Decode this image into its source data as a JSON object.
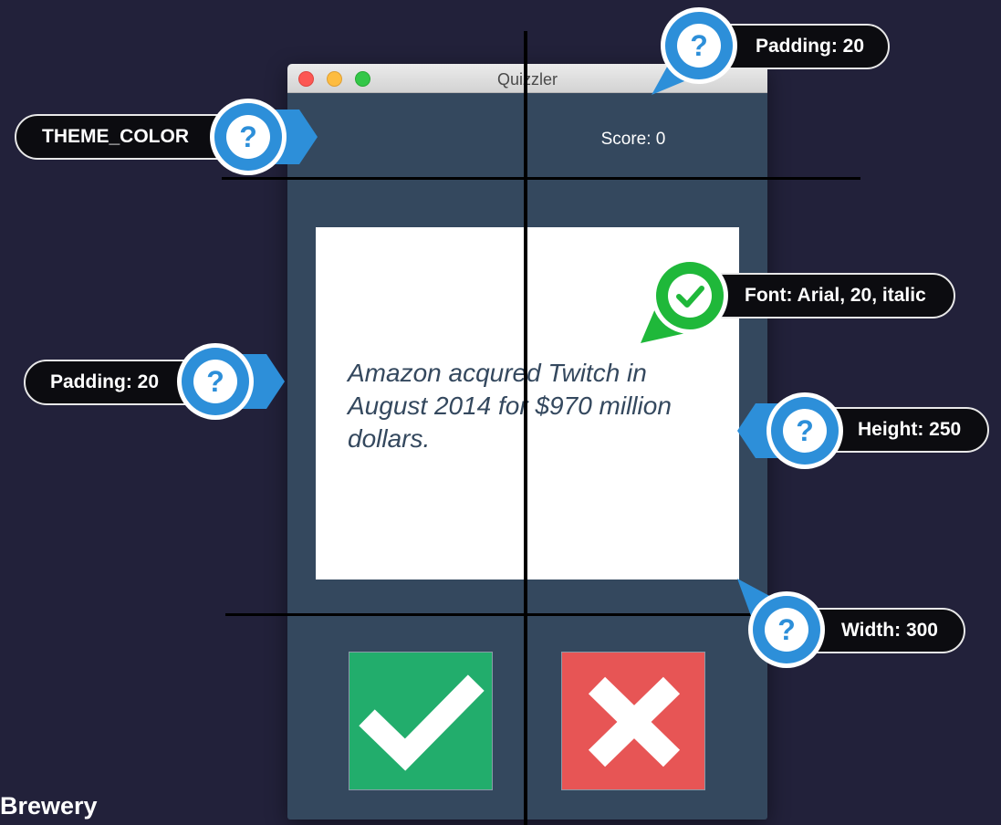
{
  "window": {
    "title": "Quizzler",
    "score_text": "Score: 0",
    "question_text": "Amazon acqured Twitch in August 2014 for $970 million dollars.",
    "true_button_icon": "checkmark-icon",
    "false_button_icon": "cross-icon"
  },
  "annotations": {
    "theme_color": "THEME_COLOR",
    "padding_top": "Padding: 20",
    "font": "Font: Arial, 20, italic",
    "padding_left": "Padding: 20",
    "height": "Height: 250",
    "width": "Width: 300"
  },
  "branding": {
    "text": "Brewery"
  },
  "colors": {
    "theme": "#34485e",
    "true_button": "#22ad6c",
    "false_button": "#e75555",
    "badge_blue": "#2d8fd9",
    "badge_green": "#1fb83a",
    "background": "#22213a"
  }
}
